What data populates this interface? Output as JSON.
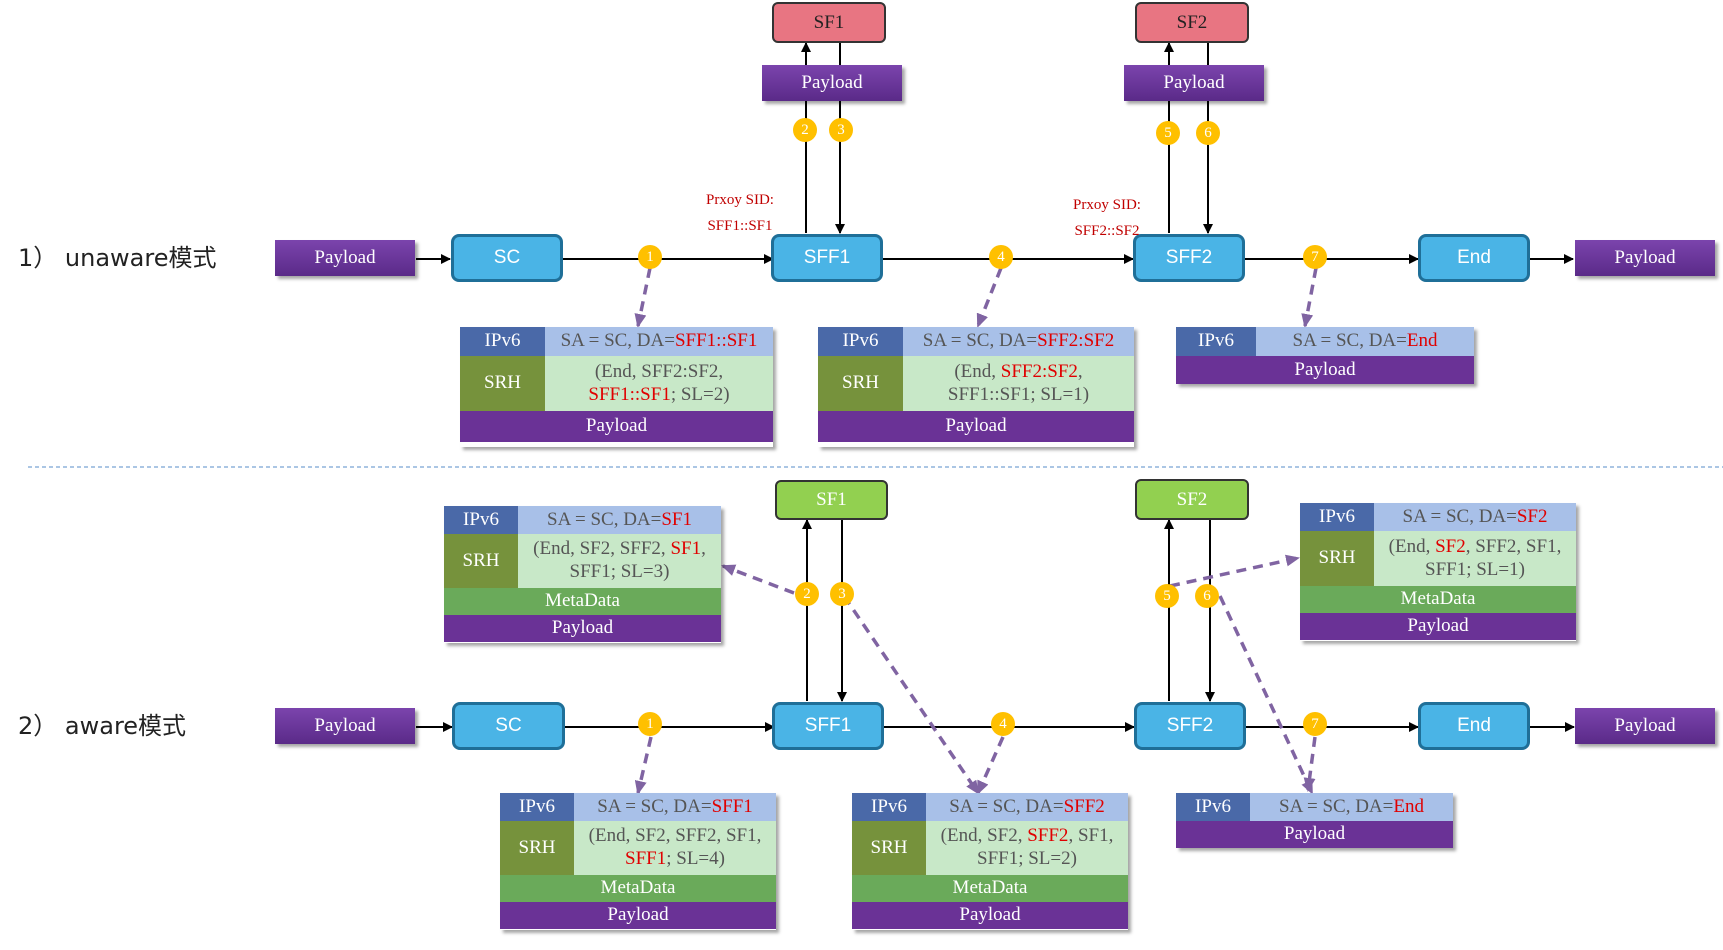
{
  "modes": {
    "unaware": "1） unaware模式",
    "aware": "2） aware模式"
  },
  "nodes": {
    "payload": "Payload",
    "sc": "SC",
    "sff1": "SFF1",
    "sff2": "SFF2",
    "end": "End",
    "sf1": "SF1",
    "sf2": "SF2"
  },
  "proxy": {
    "sff1_title": "Prxoy SID:",
    "sff1_value": "SFF1::SF1",
    "sff2_title": "Prxoy SID:",
    "sff2_value": "SFF2::SF2"
  },
  "steps": [
    "1",
    "2",
    "3",
    "4",
    "5",
    "6",
    "7"
  ],
  "packets": {
    "ipv6": "IPv6",
    "srh": "SRH",
    "metadata": "MetaData",
    "payload": "Payload",
    "sa_prefix": "SA = SC, DA= ",
    "u1": {
      "da": "SFF1::SF1",
      "srh_a": "(End, SFF2:SF2,",
      "srh_b_red": "SFF1::SF1",
      "srh_b_rest": "; SL=2)"
    },
    "u2": {
      "da": "SFF2:SF2",
      "srh_a_pre": "(End, ",
      "srh_a_red": "SFF2:SF2",
      "srh_a_post": ",",
      "srh_b": "SFF1::SF1; SL=1)"
    },
    "u3": {
      "da": "End"
    },
    "a_sf1": {
      "da": "SF1",
      "srh_a_pre": "(End, SF2, SFF2, ",
      "srh_a_red": "SF1",
      "srh_a_post": ",",
      "srh_b": "SFF1; SL=3)"
    },
    "a_sf2": {
      "da": "SF2",
      "srh_a_pre": "(End, ",
      "srh_a_red": "SF2",
      "srh_a_post": ", SFF2, SF1,",
      "srh_b": "SFF1; SL=1)"
    },
    "a1": {
      "da": "SFF1",
      "srh_a": "(End, SF2, SFF2, SF1,",
      "srh_b_red": "SFF1",
      "srh_b_rest": "; SL=4)"
    },
    "a2": {
      "da": "SFF2",
      "srh_a_pre": "(End, SF2, ",
      "srh_a_red": "SFF2",
      "srh_a_post": ", SF1,",
      "srh_b": "SFF1; SL=2)"
    },
    "a3": {
      "da": "End"
    }
  },
  "colors": {
    "line": "#000000",
    "dashed": "#8064a2",
    "badge": "#ffc000",
    "red_text": "#e00000",
    "sc_blue": "#4ab4e6",
    "payload_purple": "#7030a0",
    "sf_red": "#e87582",
    "sf_green": "#92d050"
  }
}
